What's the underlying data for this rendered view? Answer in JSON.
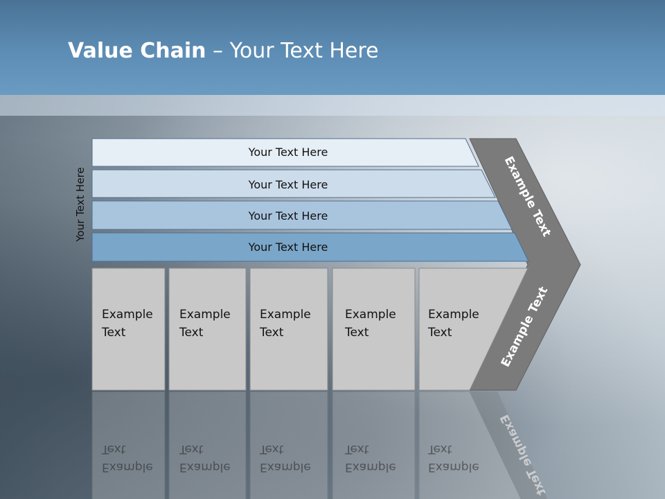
{
  "slide": {
    "title_bold": "Value Chain",
    "title_rest": " – Your Text Here",
    "side_label": "Your Text Here"
  },
  "bars": [
    {
      "label": "Your Text Here",
      "color": "#e6eef6"
    },
    {
      "label": "Your Text Here",
      "color": "#cddceb"
    },
    {
      "label": "Your Text Here",
      "color": "#a9c5de"
    },
    {
      "label": "Your Text Here",
      "color": "#7aa6c9"
    }
  ],
  "boxes": [
    {
      "line1": "Example",
      "line2": "Text"
    },
    {
      "line1": "Example",
      "line2": "Text"
    },
    {
      "line1": "Example",
      "line2": "Text"
    },
    {
      "line1": "Example",
      "line2": "Text"
    },
    {
      "line1": "Example",
      "line2": "Text"
    }
  ],
  "chevron": {
    "upper_label": "Example Text",
    "lower_label": "Example Text",
    "color": "#7b7b7b"
  },
  "colors": {
    "header": "#5d8db4",
    "box_fill": "#c8c8c8",
    "box_stroke": "#8a8a8a"
  }
}
